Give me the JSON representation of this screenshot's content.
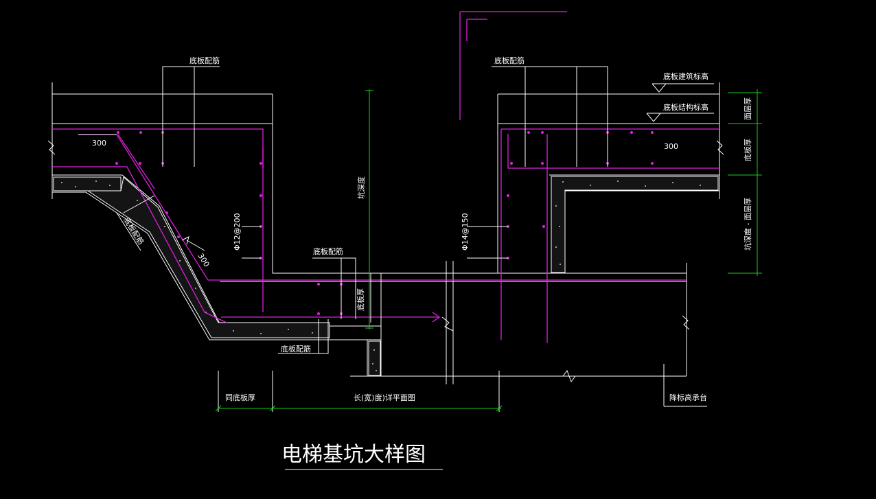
{
  "drawing": {
    "title": "电梯基坑大样图",
    "labels": {
      "bottom_rebar_top_left": "底板配筋",
      "bottom_rebar_top_right": "底板配筋",
      "floor_arch_elev": "底板建筑标高",
      "floor_struct_elev": "底板结构标高",
      "bottom_rebar_mid": "底板配筋",
      "bottom_rebar_low": "底板配筋",
      "slope_rebar": "底板配筋",
      "floor_thk_vertical": "底板厚",
      "pit_depth": "坑深度",
      "rebar_spec_left": "Φ12@200",
      "rebar_spec_right": "Φ14@150",
      "dim_300_left": "300",
      "dim_300_slope": "300",
      "dim_300_right": "300",
      "surface_layer": "面层厚",
      "slab_thk_right": "底板厚",
      "pit_depth_minus_surface": "坑深度 - 面层厚",
      "dim_same_thk": "同底板厚",
      "dim_length_width": "长(宽)度)详平面图",
      "dim_lower_cap": "降标高承台"
    }
  },
  "colors": {
    "background": "#000000",
    "outline": "#ffffff",
    "rebar": "#e020e0",
    "dimension": "#18d018"
  }
}
